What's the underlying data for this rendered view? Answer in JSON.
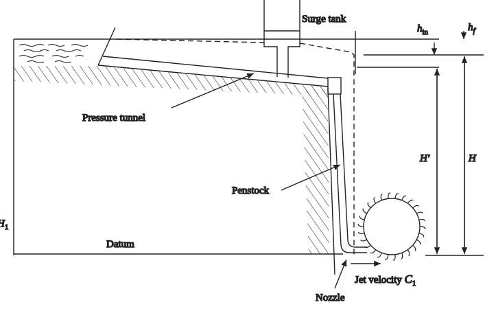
{
  "labels": {
    "surge_tank": "Surge tank",
    "h_in": "h",
    "h_in_sub": "in",
    "h_f": "h",
    "h_f_sub": "f",
    "pressure_tunnel": "Pressure tunnel",
    "penstock": "Penstock",
    "h_prime": "H′",
    "h": "H",
    "h1": "H",
    "h1_sub": "1",
    "datum": "Datum",
    "jet_velocity": "Jet velocity ",
    "c1": "C",
    "c1_sub": "1",
    "nozzle": "Nozzle"
  }
}
